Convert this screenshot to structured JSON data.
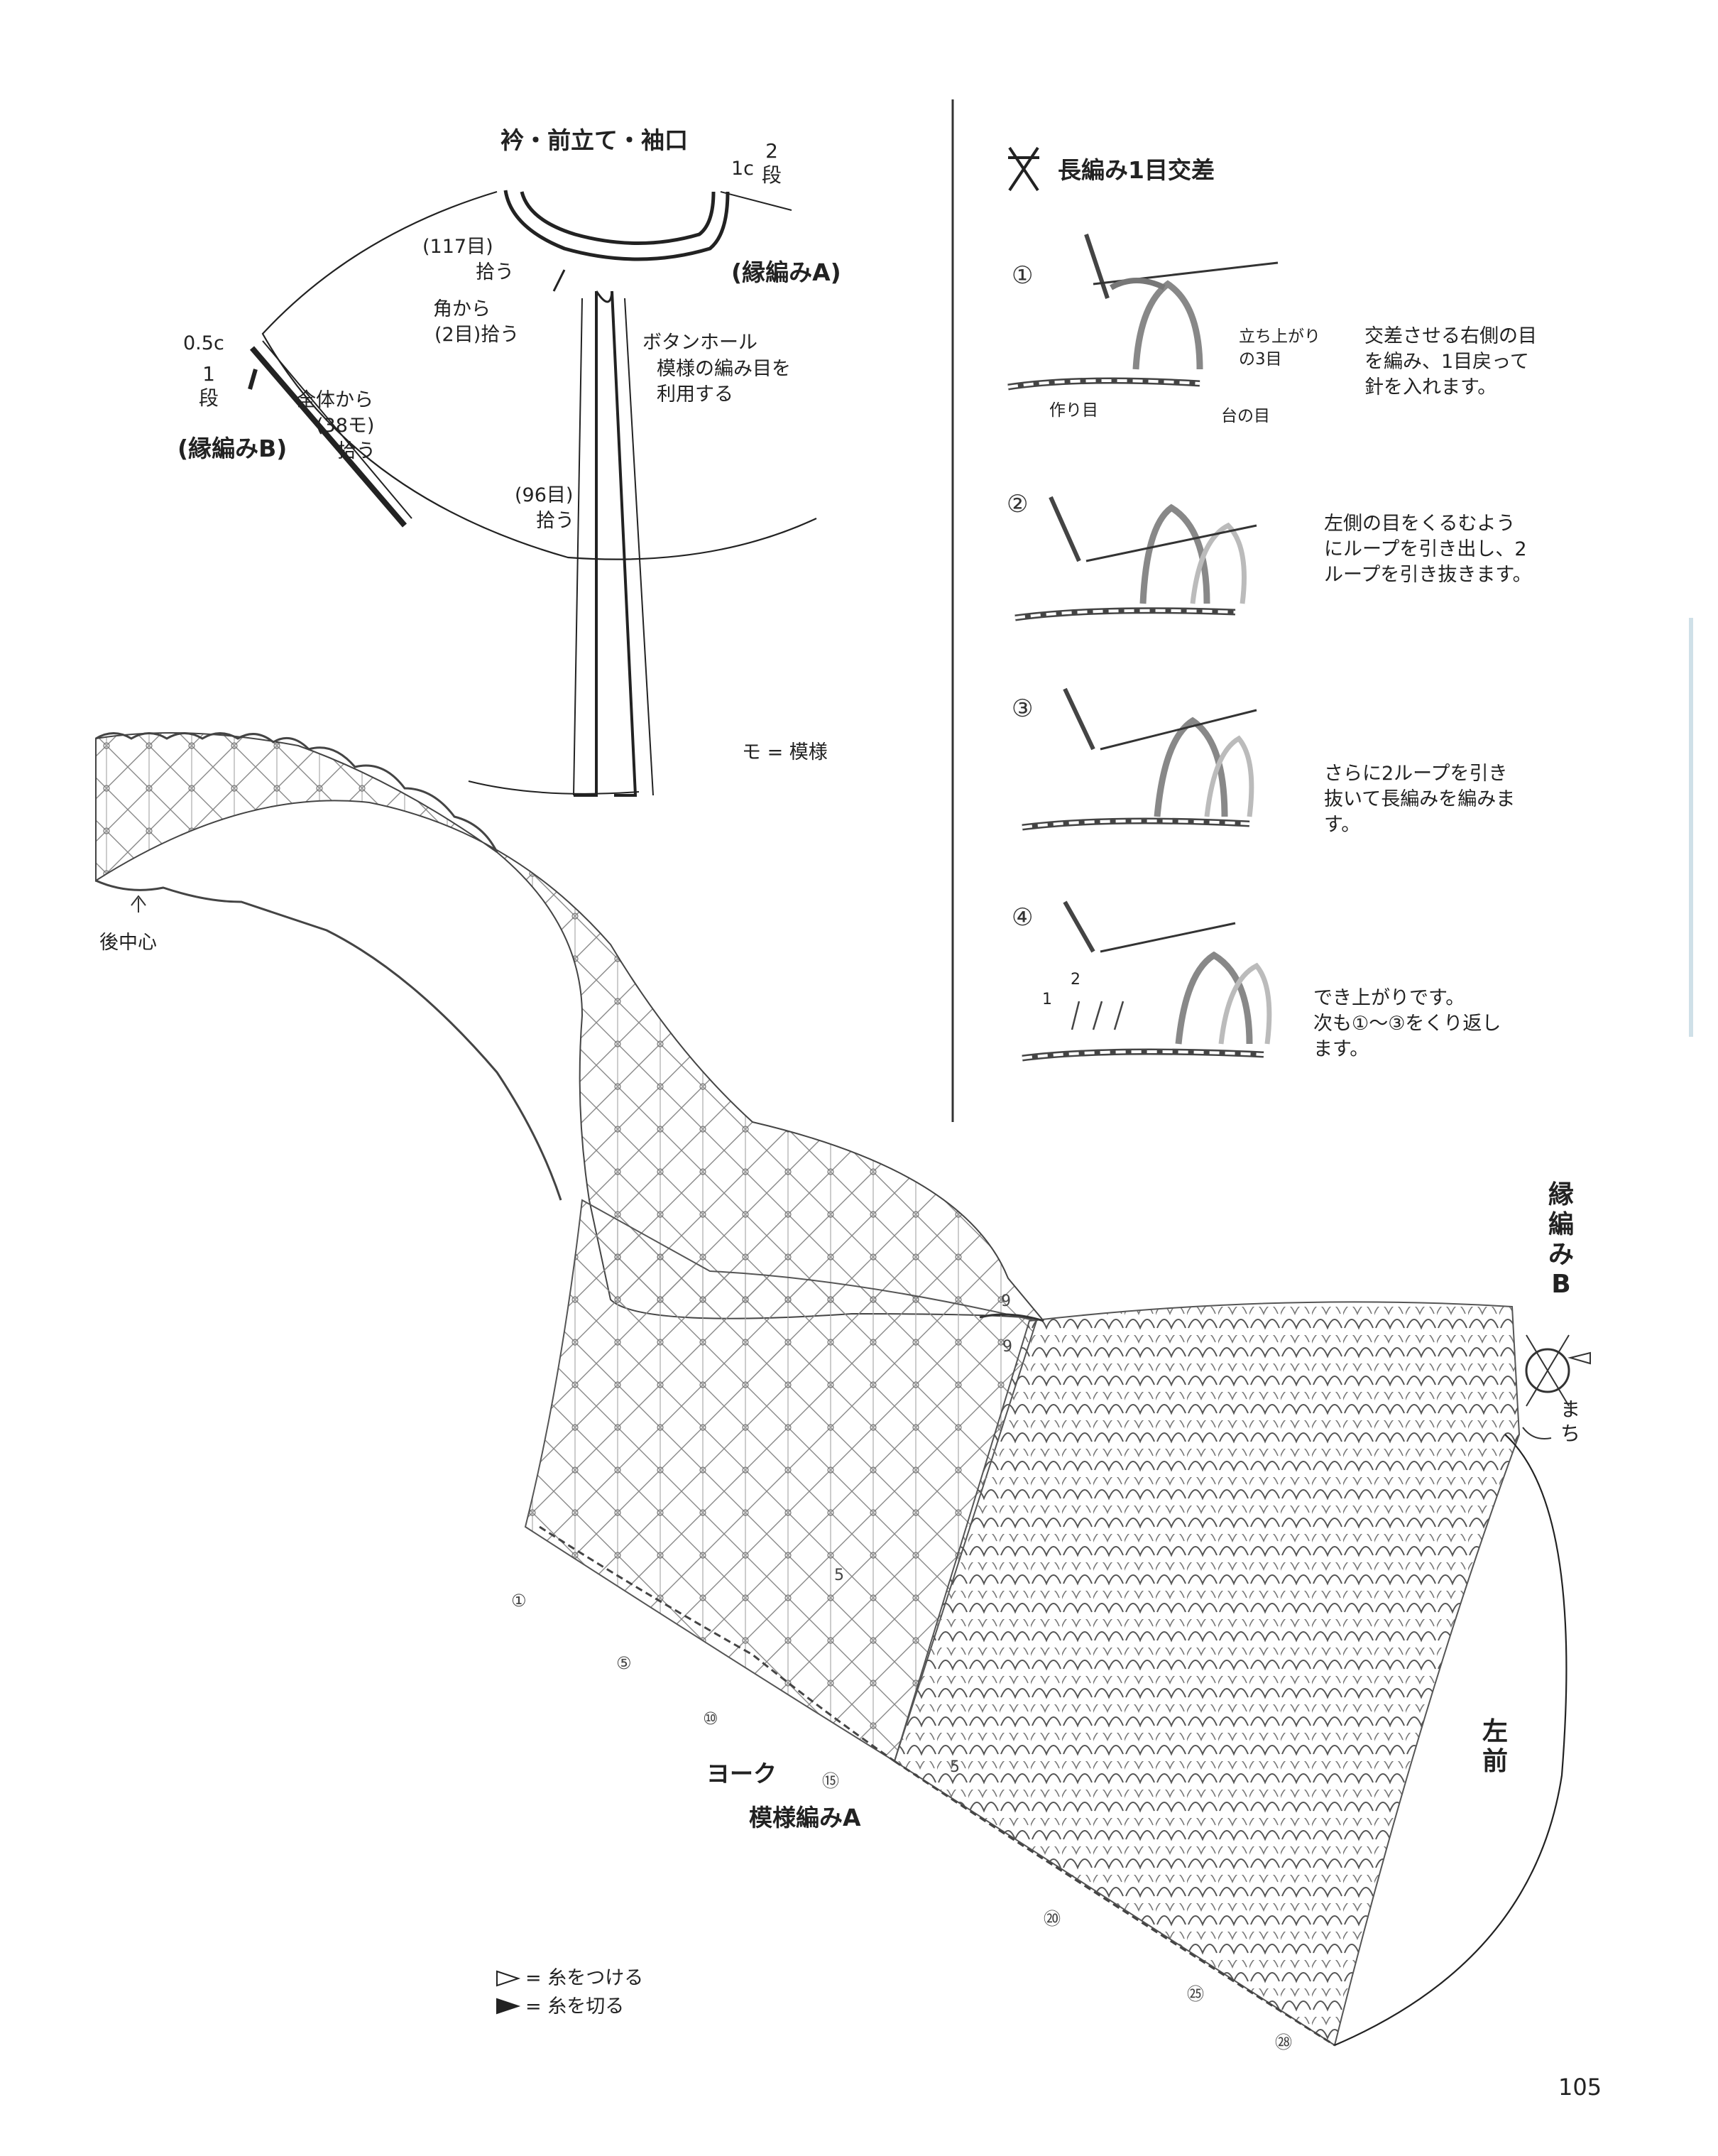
{
  "top_diagram": {
    "title": "衿・前立て・袖口",
    "labels": {
      "one_c": "1c",
      "two_dan": "2段",
      "pick_117": "(117目)",
      "pick_117b": "拾う",
      "edge_a": "(縁編みA)",
      "corner_from": "角から",
      "corner_2": "(2目)拾う",
      "buttonhole_1": "ボタンホール",
      "buttonhole_2": "模様の編み目を",
      "buttonhole_3": "利用する",
      "half_c": "0.5c",
      "one_dan": "1段",
      "all_from": "全体から",
      "pick_38": "(38モ)",
      "pick_38b": "拾う",
      "edge_b": "(縁編みB)",
      "pick_96": "(96目)",
      "pick_96b": "拾う",
      "mo_eq": "モ = 模様"
    }
  },
  "technique": {
    "title": "長編み1目交差",
    "steps": [
      {
        "num": "①",
        "text_1": "交差させる右側の目",
        "text_2": "を編み、1目戻って",
        "text_3": "針を入れます。",
        "tag_1": "立ち上がり",
        "tag_2": "の3目",
        "tag_3": "作り目",
        "tag_4": "台の目"
      },
      {
        "num": "②",
        "text_1": "左側の目をくるむよう",
        "text_2": "にループを引き出し、2",
        "text_3": "ループを引き抜きます。"
      },
      {
        "num": "③",
        "text_1": "さらに2ループを引き",
        "text_2": "抜いて長編みを編みま",
        "text_3": "す。"
      },
      {
        "num": "④",
        "text_1": "でき上がりです。",
        "text_2": "次も①～③をくり返し",
        "text_3": "ます。",
        "tag_1": "1",
        "tag_2": "2"
      }
    ]
  },
  "chart": {
    "back_center": "後中心",
    "yoke": "ヨーク",
    "pattern_a": "模様編みA",
    "edge_b_vertical": "縁編みB",
    "machi": "まち",
    "left_front": "左前",
    "row_marks": [
      "①",
      "⑤",
      "⑩",
      "⑮",
      "⑳",
      "㉕",
      "㉘"
    ],
    "inner_marks": [
      "5",
      "5",
      "9",
      "9"
    ]
  },
  "legend": {
    "attach": "= 糸をつける",
    "cut": "= 糸を切る"
  },
  "page_number": "105"
}
